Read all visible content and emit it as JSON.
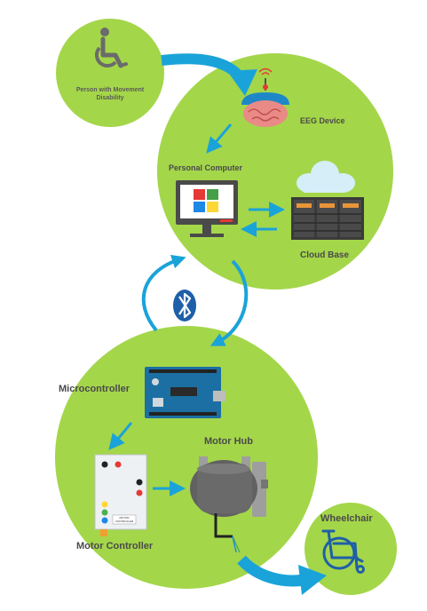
{
  "labels": {
    "person": "Person with Movement Disability",
    "eeg": "EEG Device",
    "pc": "Personal Computer",
    "cloud": "Cloud Base",
    "micro": "Microcontroller",
    "motor_hub": "Motor Hub",
    "motor_ctrl": "Motor Controller",
    "wheelchair": "Wheelchair",
    "ctrl_box_text": "MOTOR CONTROLLER"
  },
  "colors": {
    "circle_green": "#a4d64a",
    "arrow_blue": "#1aa3d9",
    "dark_arrow": "#2e6da4",
    "label_gray": "#4a4a4a"
  },
  "icons": [
    "wheelchair-person-icon",
    "brain-eeg-icon",
    "monitor-windows-icon",
    "server-rack-icon",
    "cloud-icon",
    "bluetooth-icon",
    "arduino-board-icon",
    "motor-controller-box-icon",
    "motor-hub-icon",
    "wheelchair-icon"
  ]
}
